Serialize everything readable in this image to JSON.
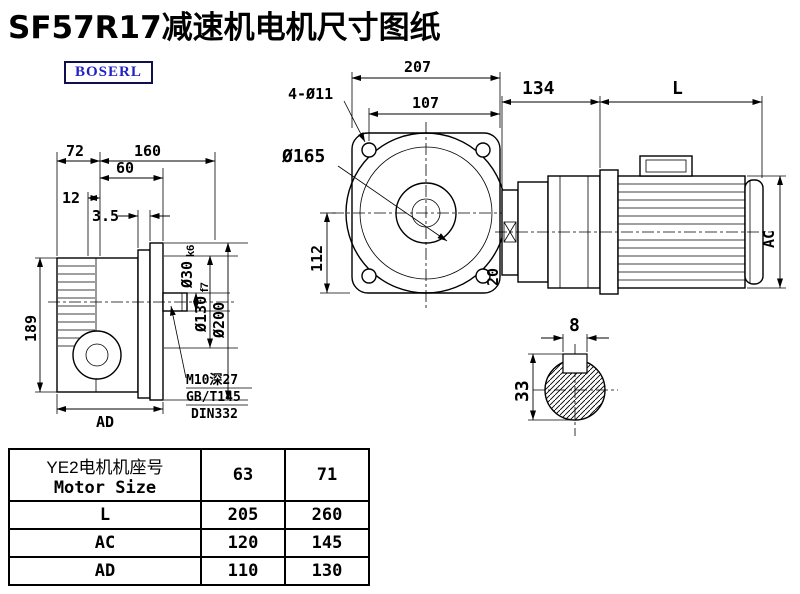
{
  "title": "SF57R17减速机电机尺寸图纸",
  "logo": {
    "text": "BOSERL"
  },
  "colors": {
    "ink": "#000000",
    "logo_text": "#2121c4",
    "logo_border": "#10104a",
    "background": "#ffffff"
  },
  "front_view": {
    "overall_width": "207",
    "bolt_holes": "4-Ø11",
    "hole_offset": "107",
    "flange_dia": "Ø165",
    "center_height": "112",
    "shaft_len": "20"
  },
  "side_view": {
    "w72": "72",
    "w160": "160",
    "w60": "60",
    "w12": "12",
    "w3_5": "3.5",
    "h189": "189",
    "ad": "AD",
    "shaft_dia": "Ø30",
    "shaft_fit": "k6",
    "spigot_dia": "Ø130",
    "spigot_fit": "f7",
    "flange_od": "Ø200",
    "notes": [
      "M10深27",
      "GB/T145",
      "DIN332"
    ]
  },
  "motor": {
    "w134": "134",
    "len": "L",
    "ac": "AC"
  },
  "shaft_section": {
    "key_width": "8",
    "depth": "33"
  },
  "table": {
    "header": {
      "label_cn": "YE2电机机座号",
      "label_en": "Motor Size",
      "cols": [
        "63",
        "71"
      ]
    },
    "rows": [
      {
        "label": "L",
        "values": [
          "205",
          "260"
        ]
      },
      {
        "label": "AC",
        "values": [
          "120",
          "145"
        ]
      },
      {
        "label": "AD",
        "values": [
          "110",
          "130"
        ]
      }
    ]
  }
}
